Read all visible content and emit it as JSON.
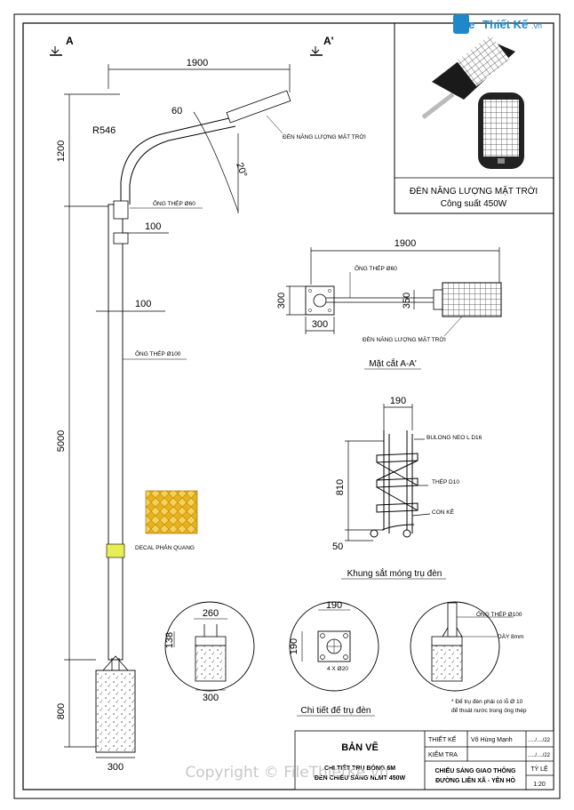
{
  "logo": {
    "brand_a": "File",
    "brand_b": "Thiết Kế",
    "brand_c": ".vn"
  },
  "watermark": "Copyright © FileThietKe.vn",
  "section_marks": {
    "a": "A",
    "a_prime": "A'"
  },
  "elevation": {
    "dim_1900": "1900",
    "dim_60": "60",
    "radius": "R546",
    "angle": "20°",
    "dim_1200": "1200",
    "dim_100_top": "100",
    "dim_100_mid": "100",
    "dim_5000": "5000",
    "dim_800": "800",
    "dim_300": "300",
    "label_lamp": "ĐÈN NĂNG LƯỢNG MẶT TRỜI",
    "label_pipe60": "ỐNG THÉP Ø60",
    "label_pipe100": "ỐNG THÉP Ø100",
    "label_decal": "DECAL PHẢN QUANG"
  },
  "product": {
    "title": "ĐÈN NĂNG LƯỢNG MẶT TRỜI",
    "power": "Công suất 450W"
  },
  "section_aa": {
    "dim_1900": "1900",
    "dim_300_left": "300",
    "dim_300_bottom": "300",
    "dim_350": "350",
    "label_pipe60": "ỐNG THÉP Ø60",
    "label_lamp": "ĐÈN NĂNG LƯỢNG MẶT TRỜI",
    "caption": "Mặt cắt A-A'"
  },
  "cage": {
    "dim_190": "190",
    "dim_810": "810",
    "dim_50": "50",
    "label_bolt": "BULONG NEO L D16",
    "label_steel": "THÉP D10",
    "label_wedge": "CON KÊ",
    "caption": "Khung sắt móng trụ đèn"
  },
  "base": {
    "d1_260": "260",
    "d1_138": "138",
    "d1_300": "300",
    "d2_190_top": "190",
    "d2_190_left": "190",
    "d2_holes": "4 X Ø20",
    "d3_pipe": "ỐNG THÉP Ø100",
    "d3_thick": "DÀY 8mm",
    "note_1": "* Để trụ đèn phải có lỗ Ø 10",
    "note_2": "để thoát nước trong ống thép",
    "caption": "Chi tiết đế trụ đèn"
  },
  "title_block": {
    "drawing": "BẢN VẼ",
    "desc_1": "CHI TIẾT TRỤ BÓNG 6M",
    "desc_2": "ĐÈN CHIẾU SÁNG NLMT 450W",
    "check_label": "THIẾT KẾ",
    "check_name": "Võ Hùng Mạnh",
    "check_date": "...../..../22",
    "review_label": "KIỂM TRA",
    "review_date": "...../..../22",
    "project_1": "CHIẾU SÁNG GIAO THÔNG",
    "project_2": "ĐƯỜNG LIÊN XÃ - YÊN HÒ",
    "scale_label": "TỶ LỆ",
    "scale": "1:20"
  }
}
